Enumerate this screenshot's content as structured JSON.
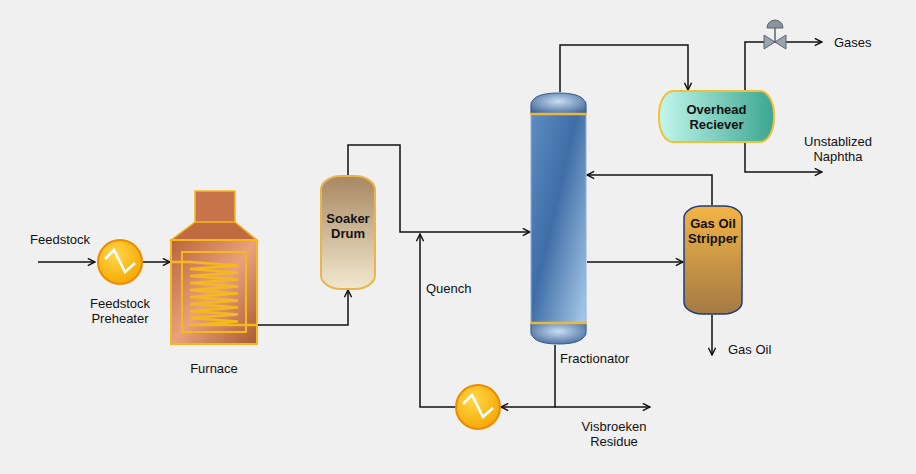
{
  "diagram": {
    "nodes": [
      {
        "text": [
          "Feedstock Preheater"
        ]
      },
      {
        "text": [
          "Furnace"
        ]
      },
      {
        "text": [
          "Soaker Drum"
        ]
      },
      {
        "text": [
          "Fractionator"
        ]
      },
      {
        "text": [
          "Overhead Reciever"
        ]
      },
      {
        "text": [
          "Gas Oil Stripper"
        ]
      }
    ],
    "edges": [
      {
        "from": 0,
        "to": 1,
        "arrow": "to"
      },
      {
        "from": 1,
        "to": 2,
        "arrow": "to"
      },
      {
        "from": 2,
        "to": 3,
        "arrow": "to"
      },
      {
        "from": 3,
        "to": 4,
        "arrow": "to"
      },
      {
        "from": 3,
        "to": 5,
        "arrow": "to"
      },
      {
        "from": 5,
        "to": 3,
        "arrow": "to"
      }
    ],
    "labels": [
      "Feedstock",
      "Quench",
      "Gases",
      "Unstablized Naphtha",
      "Gas Oil",
      "Visbroeken Residue"
    ]
  }
}
